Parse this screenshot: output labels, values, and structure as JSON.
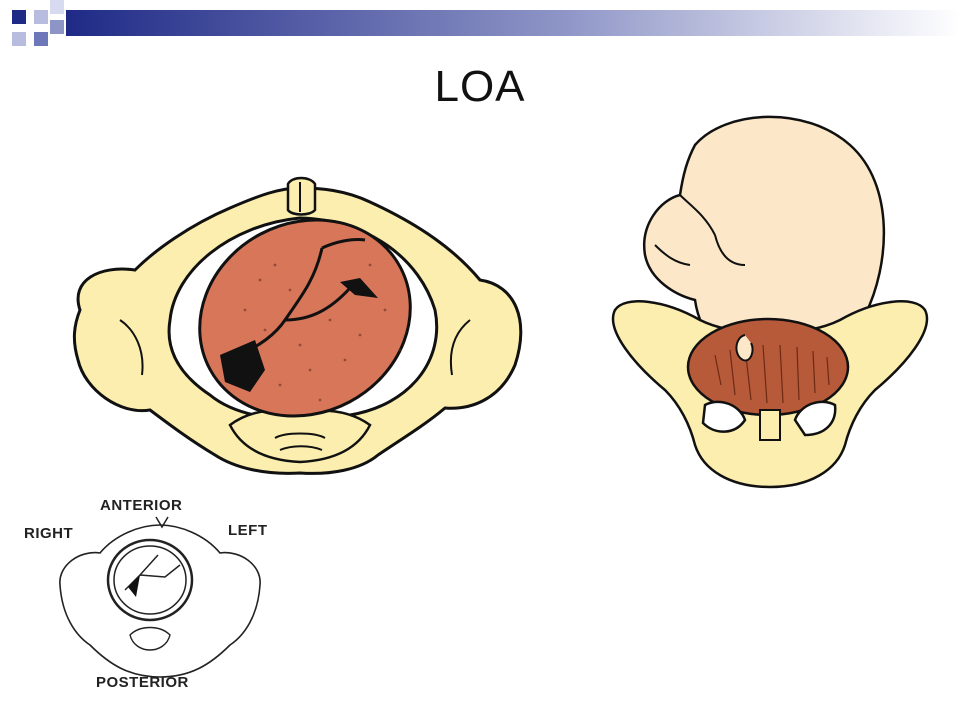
{
  "slide": {
    "title": "LOA"
  },
  "diagram": {
    "orientation_labels": {
      "anterior": "ANTERIOR",
      "right": "RIGHT",
      "left": "LEFT",
      "posterior": "POSTERIOR"
    }
  },
  "colors": {
    "header_navy": "#1f2a86",
    "header_fade": "#ffffff",
    "bone": "#fbeeae",
    "scalp": "#d8765a",
    "skin": "#fce8c8",
    "hair": "#b75a3a",
    "line": "#111111"
  }
}
